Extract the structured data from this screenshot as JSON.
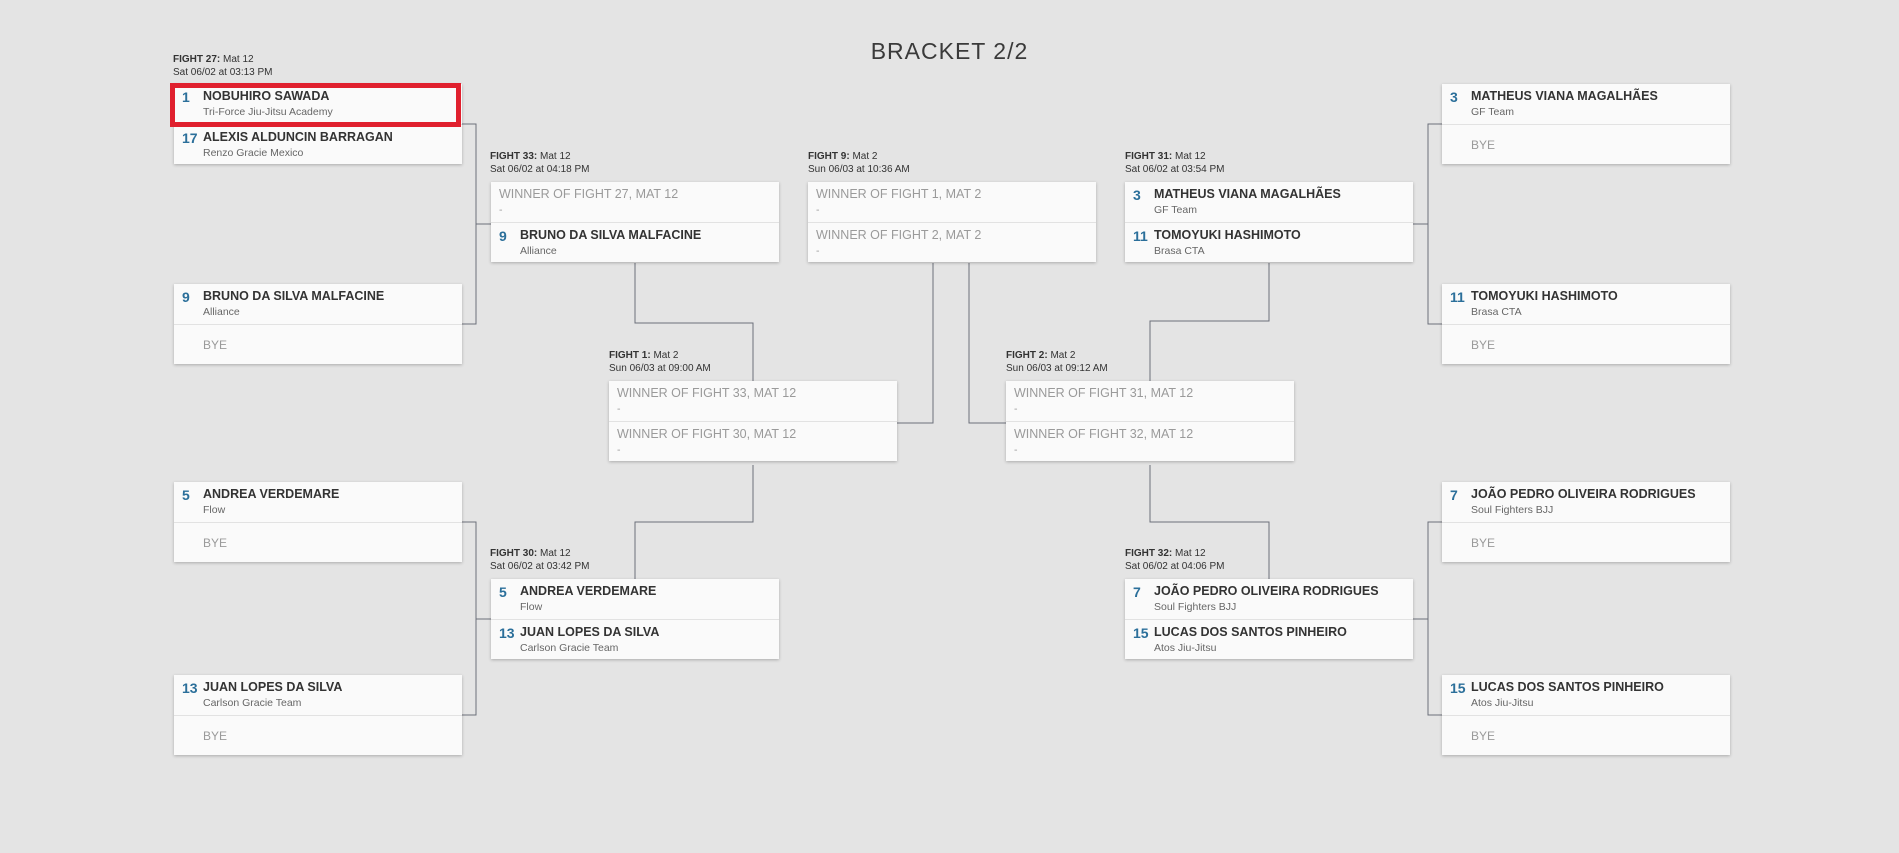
{
  "page": {
    "title": "BRACKET 2/2"
  },
  "fights": {
    "f27": {
      "num": "FIGHT 27:",
      "mat": "Mat 12",
      "time": "Sat 06/02 at 03:13 PM"
    },
    "f33": {
      "num": "FIGHT 33:",
      "mat": "Mat 12",
      "time": "Sat 06/02 at 04:18 PM"
    },
    "f9": {
      "num": "FIGHT 9:",
      "mat": "Mat 2",
      "time": "Sun 06/03 at 10:36 AM"
    },
    "f31": {
      "num": "FIGHT 31:",
      "mat": "Mat 12",
      "time": "Sat 06/02 at 03:54 PM"
    },
    "f1": {
      "num": "FIGHT 1:",
      "mat": "Mat 2",
      "time": "Sun 06/03 at 09:00 AM"
    },
    "f2": {
      "num": "FIGHT 2:",
      "mat": "Mat 2",
      "time": "Sun 06/03 at 09:12 AM"
    },
    "f30": {
      "num": "FIGHT 30:",
      "mat": "Mat 12",
      "time": "Sat 06/02 at 03:42 PM"
    },
    "f32": {
      "num": "FIGHT 32:",
      "mat": "Mat 12",
      "time": "Sat 06/02 at 04:06 PM"
    }
  },
  "cards": {
    "f27": [
      {
        "seed": "1",
        "name": "NOBUHIRO SAWADA",
        "team": "Tri-Force Jiu-Jitsu Academy"
      },
      {
        "seed": "17",
        "name": "ALEXIS ALDUNCIN BARRAGAN",
        "team": "Renzo Gracie Mexico"
      }
    ],
    "l2": [
      {
        "seed": "9",
        "name": "BRUNO DA SILVA MALFACINE",
        "team": "Alliance"
      },
      {
        "bye": "BYE"
      }
    ],
    "l3": [
      {
        "seed": "5",
        "name": "ANDREA VERDEMARE",
        "team": "Flow"
      },
      {
        "bye": "BYE"
      }
    ],
    "l4": [
      {
        "seed": "13",
        "name": "JUAN LOPES DA SILVA",
        "team": "Carlson Gracie Team"
      },
      {
        "bye": "BYE"
      }
    ],
    "f33": [
      {
        "placeholder": "WINNER OF FIGHT 27, MAT 12",
        "dash": "-"
      },
      {
        "seed": "9",
        "name": "BRUNO DA SILVA MALFACINE",
        "team": "Alliance"
      }
    ],
    "f30": [
      {
        "seed": "5",
        "name": "ANDREA VERDEMARE",
        "team": "Flow"
      },
      {
        "seed": "13",
        "name": "JUAN LOPES DA SILVA",
        "team": "Carlson Gracie Team"
      }
    ],
    "f1": [
      {
        "placeholder": "WINNER OF FIGHT 33, MAT 12",
        "dash": "-"
      },
      {
        "placeholder": "WINNER OF FIGHT 30, MAT 12",
        "dash": "-"
      }
    ],
    "f9": [
      {
        "placeholder": "WINNER OF FIGHT 1, MAT 2",
        "dash": "-"
      },
      {
        "placeholder": "WINNER OF FIGHT 2, MAT 2",
        "dash": "-"
      }
    ],
    "f2": [
      {
        "placeholder": "WINNER OF FIGHT 31, MAT 12",
        "dash": "-"
      },
      {
        "placeholder": "WINNER OF FIGHT 32, MAT 12",
        "dash": "-"
      }
    ],
    "f31": [
      {
        "seed": "3",
        "name": "MATHEUS VIANA MAGALHÃES",
        "team": "GF Team"
      },
      {
        "seed": "11",
        "name": "TOMOYUKI HASHIMOTO",
        "team": "Brasa CTA"
      }
    ],
    "f32": [
      {
        "seed": "7",
        "name": "JOÃO PEDRO OLIVEIRA RODRIGUES",
        "team": "Soul Fighters BJJ"
      },
      {
        "seed": "15",
        "name": "LUCAS DOS SANTOS PINHEIRO",
        "team": "Atos Jiu-Jitsu"
      }
    ],
    "r1": [
      {
        "seed": "3",
        "name": "MATHEUS VIANA MAGALHÃES",
        "team": "GF Team"
      },
      {
        "bye": "BYE"
      }
    ],
    "r2": [
      {
        "seed": "11",
        "name": "TOMOYUKI HASHIMOTO",
        "team": "Brasa CTA"
      },
      {
        "bye": "BYE"
      }
    ],
    "r3": [
      {
        "seed": "7",
        "name": "JOÃO PEDRO OLIVEIRA RODRIGUES",
        "team": "Soul Fighters BJJ"
      },
      {
        "bye": "BYE"
      }
    ],
    "r4": [
      {
        "seed": "15",
        "name": "LUCAS DOS SANTOS PINHEIRO",
        "team": "Atos Jiu-Jitsu"
      },
      {
        "bye": "BYE"
      }
    ]
  },
  "colors": {
    "highlight": "#e0202e",
    "seed": "#2b6f9a",
    "line": "#6b6f7a"
  }
}
